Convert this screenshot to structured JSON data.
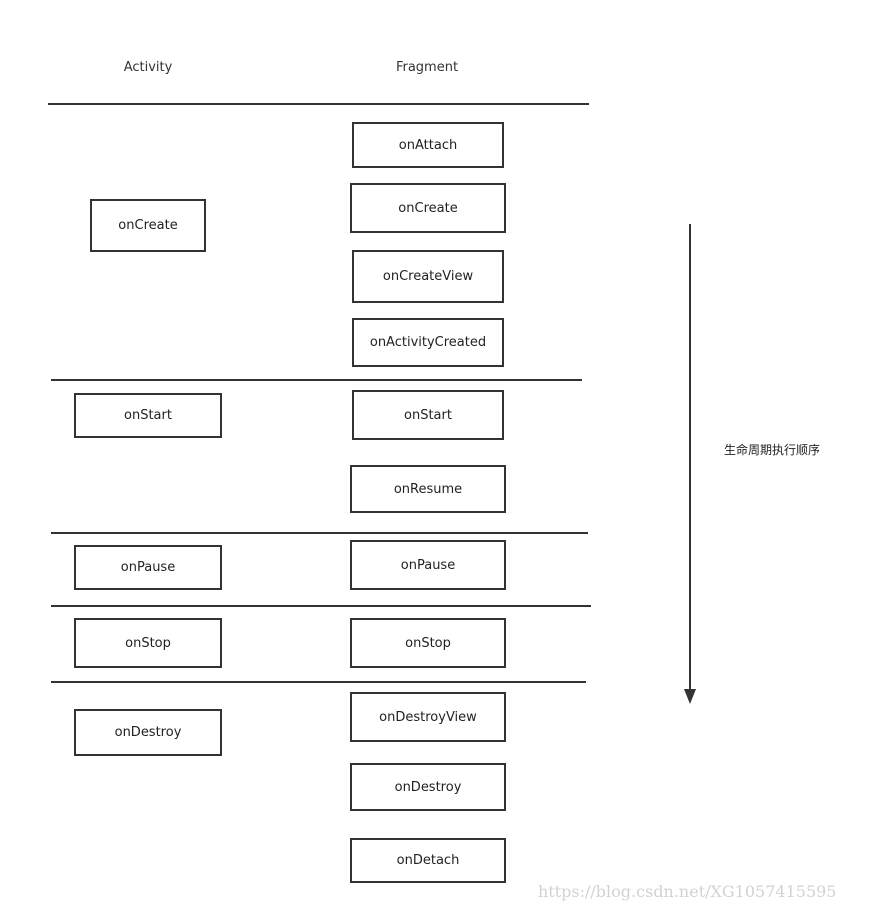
{
  "headers": {
    "activity": "Activity",
    "fragment": "Fragment"
  },
  "activity": {
    "on_create": "onCreate",
    "on_start": "onStart",
    "on_pause": "onPause",
    "on_stop": "onStop",
    "on_destroy": "onDestroy"
  },
  "fragment": {
    "on_attach": "onAttach",
    "on_create": "onCreate",
    "on_create_view": "onCreateView",
    "on_activity_created": "onActivityCreated",
    "on_start": "onStart",
    "on_resume": "onResume",
    "on_pause": "onPause",
    "on_stop": "onStop",
    "on_destroy_view": "onDestroyView",
    "on_destroy": "onDestroy",
    "on_detach": "onDetach"
  },
  "side_label": "生命周期执行顺序",
  "watermark": "https://blog.csdn.net/XG1057415595",
  "colors": {
    "line": "#333333",
    "box_border": "#333333",
    "watermark": "#d2d2d2"
  }
}
